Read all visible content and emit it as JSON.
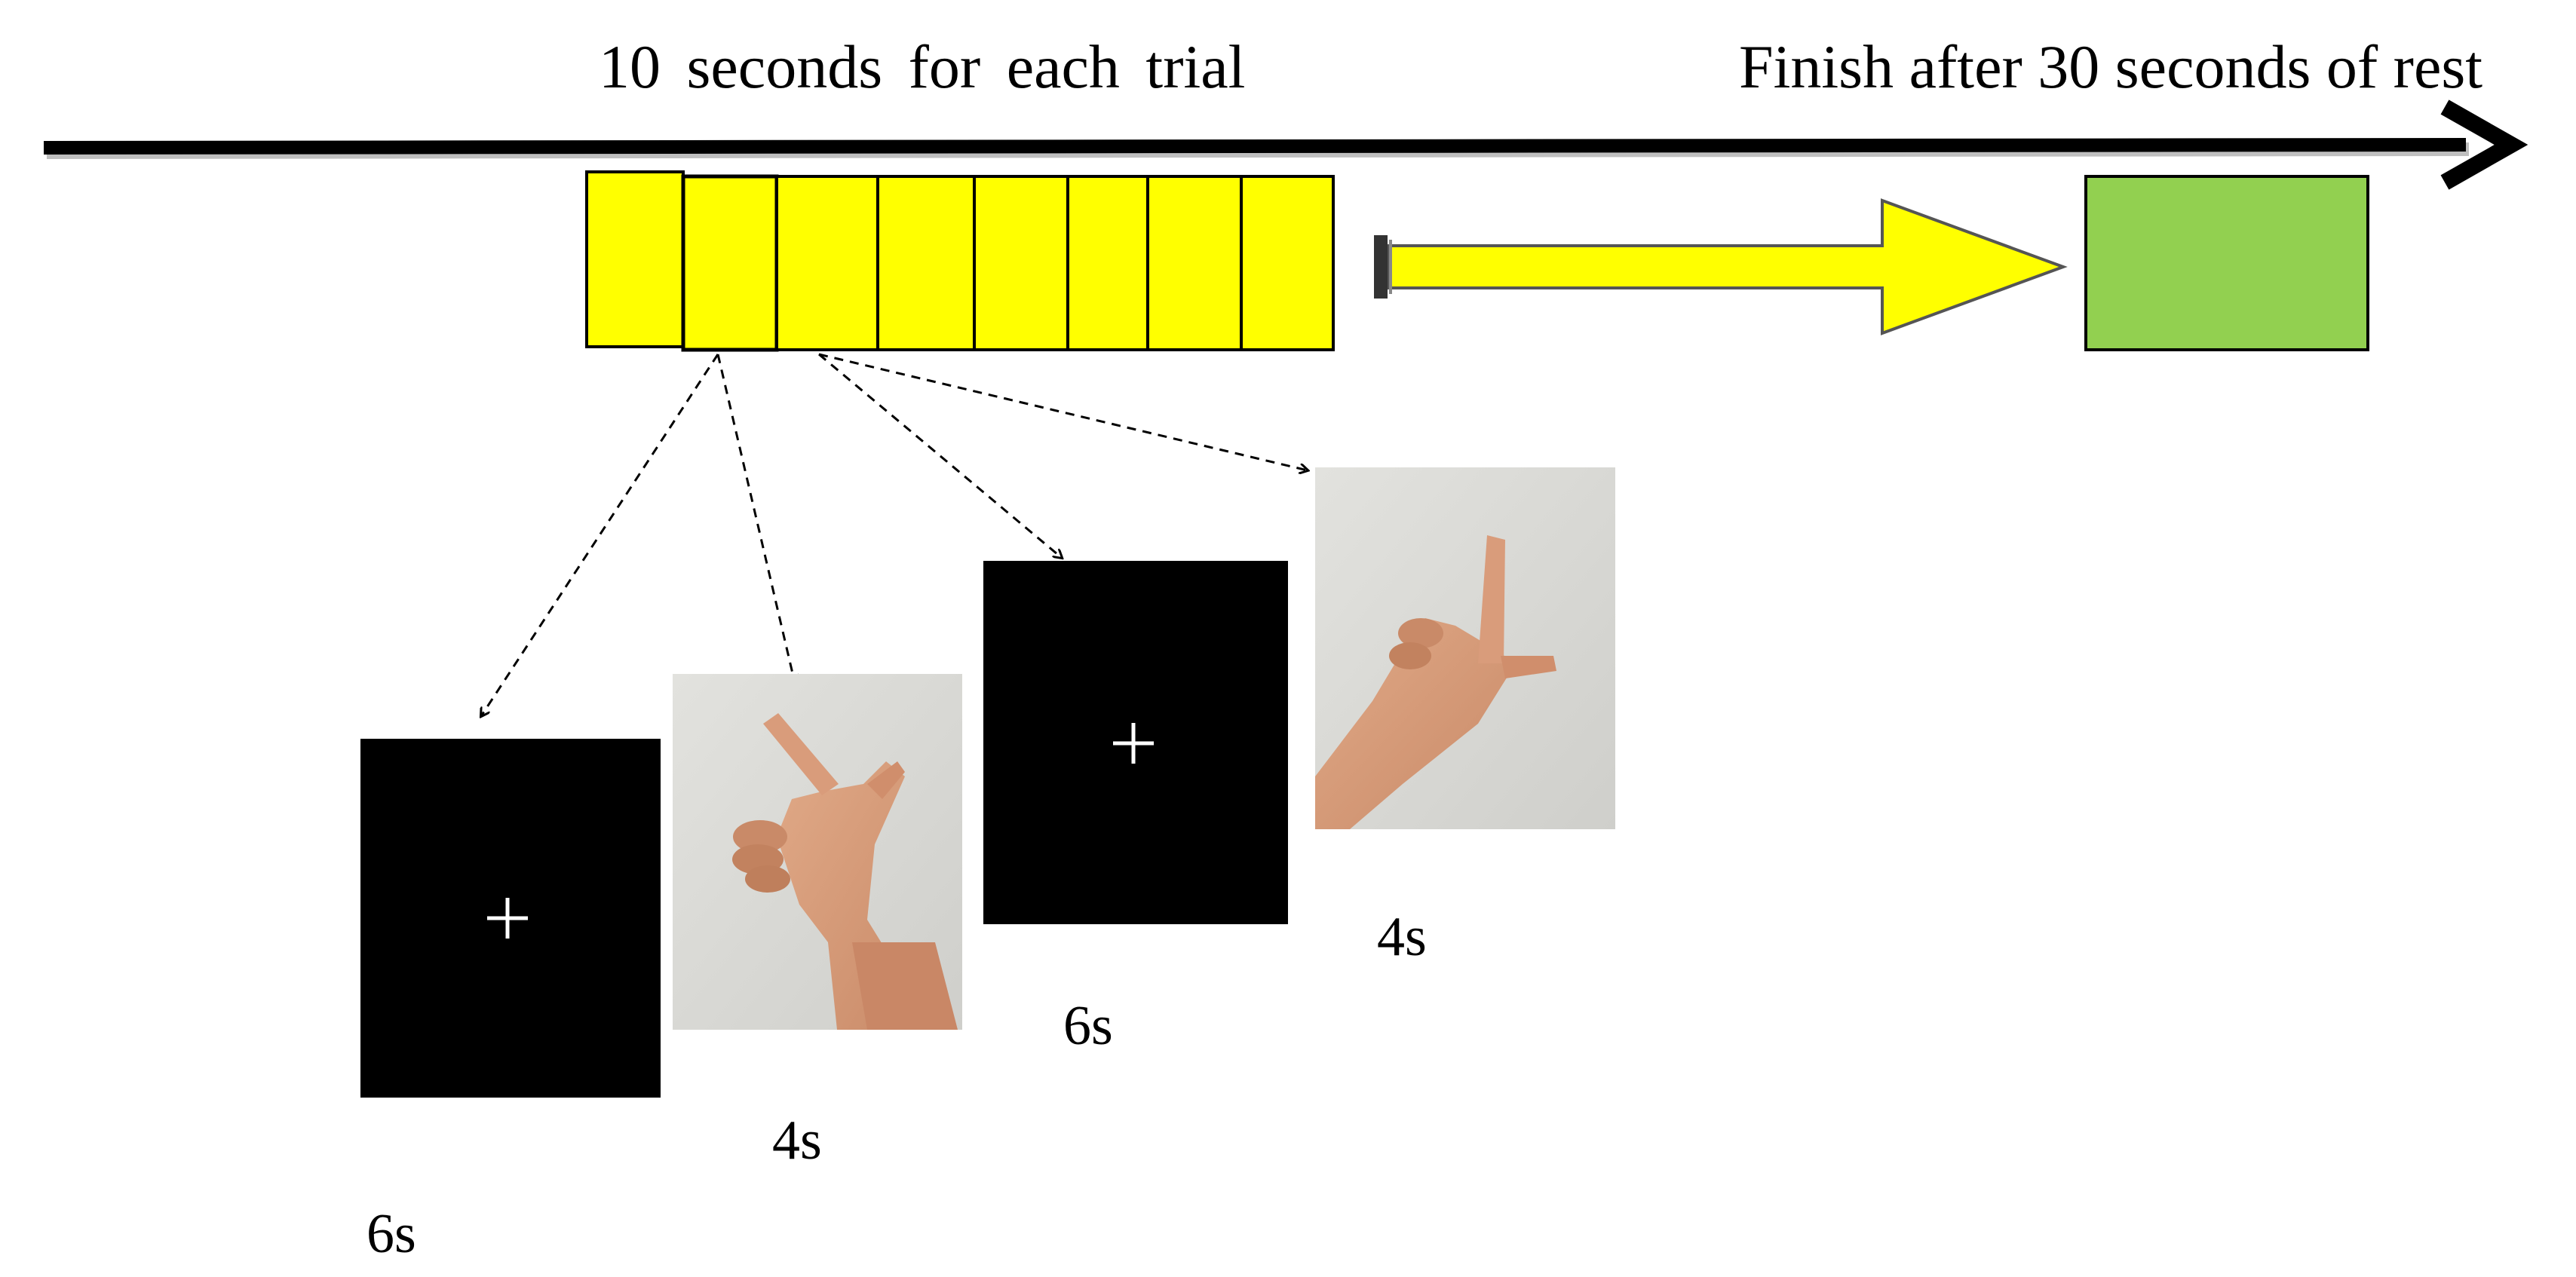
{
  "diagram": {
    "header": {
      "trial_text": "10 seconds for each trial",
      "rest_text": "Finish after 30 seconds of rest"
    },
    "colors": {
      "trial_block": "#ffff00",
      "rest_block": "#92d050",
      "fixation_screen": "#000000",
      "photo_background": "#d6d6d2",
      "timeline": "#000000"
    },
    "trial_block_count": 8,
    "stimuli": [
      {
        "kind": "fixation",
        "icon": "fixation-cross",
        "duration": "6s"
      },
      {
        "kind": "photo",
        "icon": "hand-gesture-photo",
        "duration": "4s"
      },
      {
        "kind": "fixation",
        "icon": "fixation-cross",
        "duration": "6s"
      },
      {
        "kind": "photo",
        "icon": "hand-gesture-photo",
        "duration": "4s"
      }
    ]
  }
}
